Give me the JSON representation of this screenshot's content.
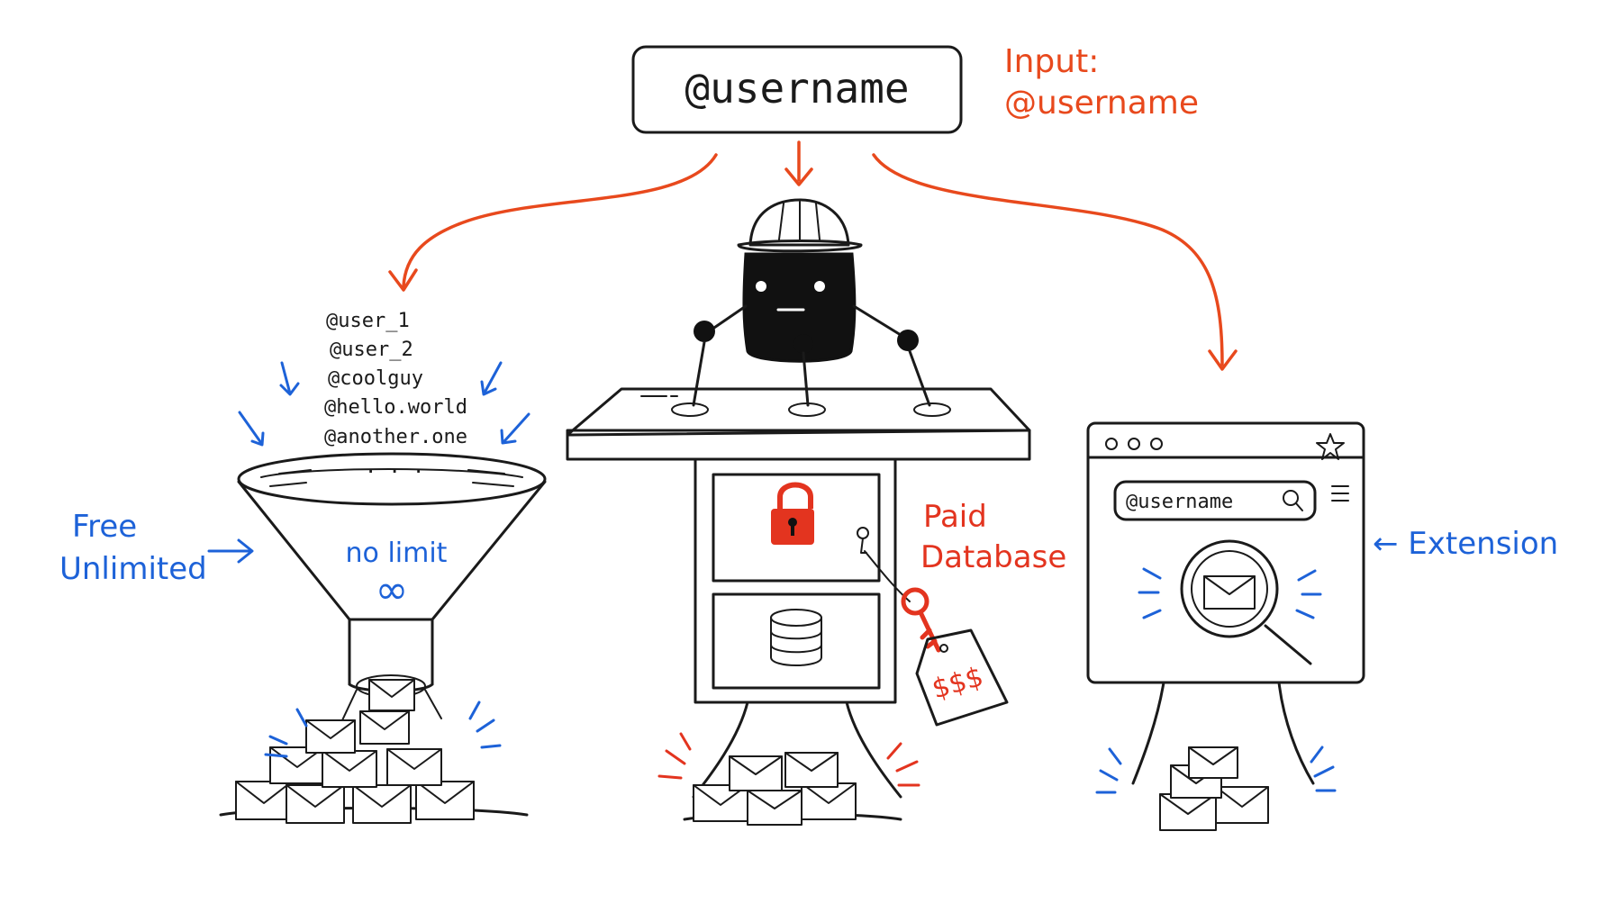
{
  "input_box": {
    "text": "@username"
  },
  "input_note": {
    "line1": "Input:",
    "line2": "@username"
  },
  "free_path": {
    "usernames": [
      "@user_1",
      "@user_2",
      "@coolguy",
      "@hello.world",
      "@another.one",
      ". . ."
    ],
    "funnel_text": "no limit",
    "infinity": "∞",
    "label_line1": "Free",
    "label_line2": "Unlimited"
  },
  "paid_path": {
    "label_line1": "Paid",
    "label_line2": "Database",
    "price_tag": "$$$"
  },
  "extension_path": {
    "search_text": "@username",
    "label": "← Extension"
  },
  "colors": {
    "ink": "#1a1a1a",
    "orange": "#e8491d",
    "blue": "#1d62d8",
    "red": "#e3341f"
  },
  "icons": [
    "search-icon",
    "star-icon",
    "menu-icon",
    "lock-icon",
    "database-icon",
    "key-icon",
    "envelope-icon",
    "magnifier-icon",
    "robot-icon",
    "funnel-icon"
  ]
}
